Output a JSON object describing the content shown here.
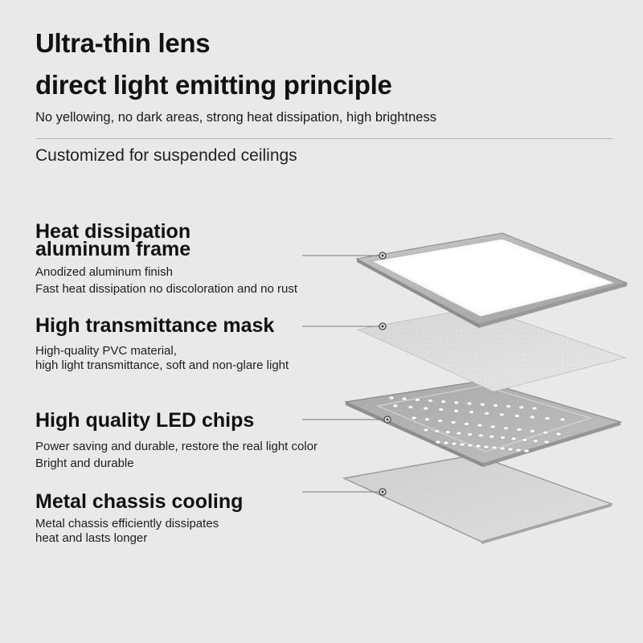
{
  "header": {
    "title_line1": "Ultra-thin lens",
    "title_line2": "direct light emitting principle",
    "subtitle": "No yellowing, no dark areas, strong heat dissipation, high brightness",
    "tagline": "Customized for suspended ceilings"
  },
  "features": [
    {
      "title_lines": [
        "Heat dissipation",
        "aluminum frame"
      ],
      "desc_lines": [
        "Anodized aluminum finish",
        "Fast heat dissipation   no discoloration and no rust"
      ]
    },
    {
      "title_lines": [
        "High transmittance mask"
      ],
      "desc_lines": [
        "High-quality PVC material,",
        "high light transmittance, soft and non-glare light"
      ]
    },
    {
      "title_lines": [
        "High quality LED chips"
      ],
      "desc_lines": [
        "Power saving and durable, restore the real light color",
        "Bright and durable"
      ]
    },
    {
      "title_lines": [
        "Metal chassis cooling"
      ],
      "desc_lines": [
        "Metal chassis efficiently dissipates",
        "heat and lasts longer"
      ]
    }
  ],
  "colors": {
    "background": "#e9e9e9",
    "text": "#111111",
    "leader_line": "#777777"
  }
}
